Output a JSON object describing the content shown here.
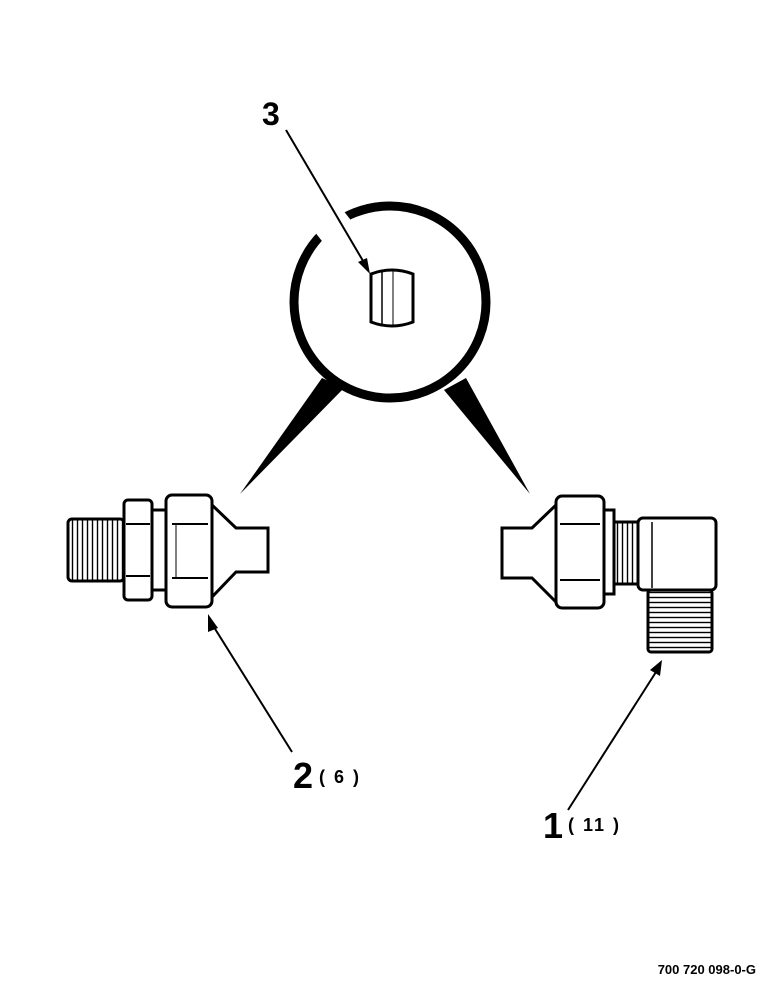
{
  "callouts": {
    "item_3": {
      "number": "3"
    },
    "item_2": {
      "number": "2",
      "quantity": "( 6 )"
    },
    "item_1": {
      "number": "1",
      "quantity": "( 11 )"
    }
  },
  "document_number": "700 720 098-0-G"
}
